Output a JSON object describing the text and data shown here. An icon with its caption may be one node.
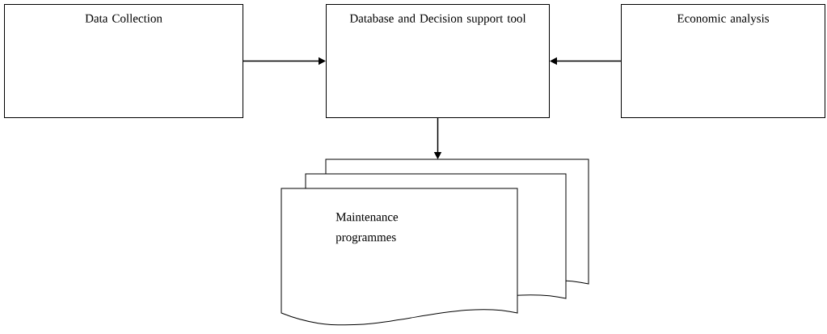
{
  "diagram": {
    "nodes": [
      {
        "text": [
          "Data Collection"
        ]
      },
      {
        "text": [
          "Database and Decision support tool"
        ]
      },
      {
        "text": [
          "Economic analysis"
        ]
      },
      {
        "text": [
          "Maintenance programmes"
        ]
      }
    ],
    "edges": [
      {
        "from": 0,
        "to": 1,
        "arrow": "to"
      },
      {
        "from": 2,
        "to": 1,
        "arrow": "to"
      },
      {
        "from": 1,
        "to": 3,
        "arrow": "to"
      }
    ]
  }
}
